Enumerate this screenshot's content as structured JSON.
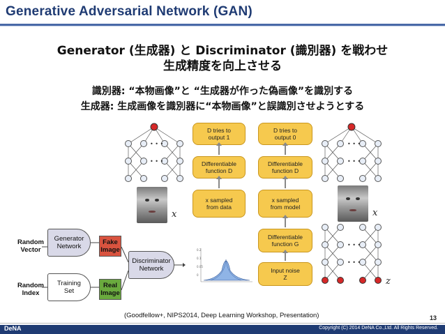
{
  "slide": {
    "title": "Generative Adversarial Network (GAN)",
    "headline_line1": "Generator (生成器) と Discriminator (識別器) を戦わせ",
    "headline_line2": "生成精度を向上させる",
    "sub_line1": "識別器: “本物画像”と “生成器が作った偽画像”を識別する",
    "sub_line2": "生成器: 生成画像を識別器に“本物画像”と誤識別させようとする",
    "citation": "(Goodfellow+, NIPS2014, Deep Learning Workshop, Presentation)",
    "page_number": "13",
    "copyright": "Copyright (C) 2014 DeNA Co.,Ltd. All Rights Reserved.",
    "logo": "DeNA"
  },
  "flow_left": {
    "top": "D tries to\noutput 1",
    "middle": "Differentiable\nfunction D",
    "bottom": "x sampled\nfrom data",
    "x_label": "x"
  },
  "flow_right": {
    "top": "D tries to\noutput 0",
    "middle1": "Differentiable\nfunction D",
    "middle2": "x sampled\nfrom model",
    "middle3": "Differentiable\nfunction G",
    "bottom": "Input noise\nZ",
    "x_label": "x",
    "z_label": "z"
  },
  "diagram": {
    "random_vector": "Random\nVector",
    "random_index": "Random\nIndex",
    "generator": "Generator\nNetwork",
    "training_set": "Training\nSet",
    "fake_image": "Fake\nImage",
    "real_image": "Real\nImage",
    "discriminator": "Discriminator\nNetwork"
  },
  "colors": {
    "title": "#1f3b73",
    "flow_box": "#f6c94e",
    "fake": "#d9533f",
    "real": "#6aaa3e",
    "network": "#d9d9e8",
    "node_green": "#2e8b57",
    "node_red": "#d62828"
  }
}
